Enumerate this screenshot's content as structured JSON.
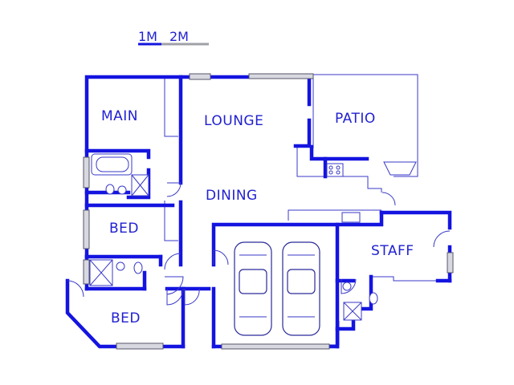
{
  "scale": {
    "label_1m": "1M",
    "label_2m": "2M"
  },
  "rooms": {
    "main": "MAIN",
    "lounge": "LOUNGE",
    "patio": "PATIO",
    "dining": "DINING",
    "bed_1": "BED",
    "bed_2": "BED",
    "staff": "STAFF"
  },
  "colors": {
    "wall": "#1414e0",
    "text": "#1f1fd0",
    "scale_bar_1": "#1414e0",
    "scale_bar_2": "#a0a0a8"
  }
}
